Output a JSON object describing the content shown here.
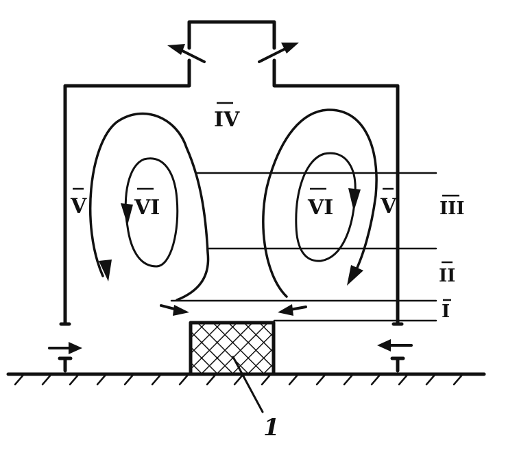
{
  "labels": {
    "zone_iv": "IV",
    "zone_v_left": "V",
    "zone_v_right": "V",
    "zone_vi_left": "VI",
    "zone_vi_right": "VI",
    "zone_iii": "III",
    "zone_ii": "II",
    "zone_i": "I",
    "callout_1": "1"
  },
  "colors": {
    "ink": "#111111",
    "background": "#ffffff"
  }
}
